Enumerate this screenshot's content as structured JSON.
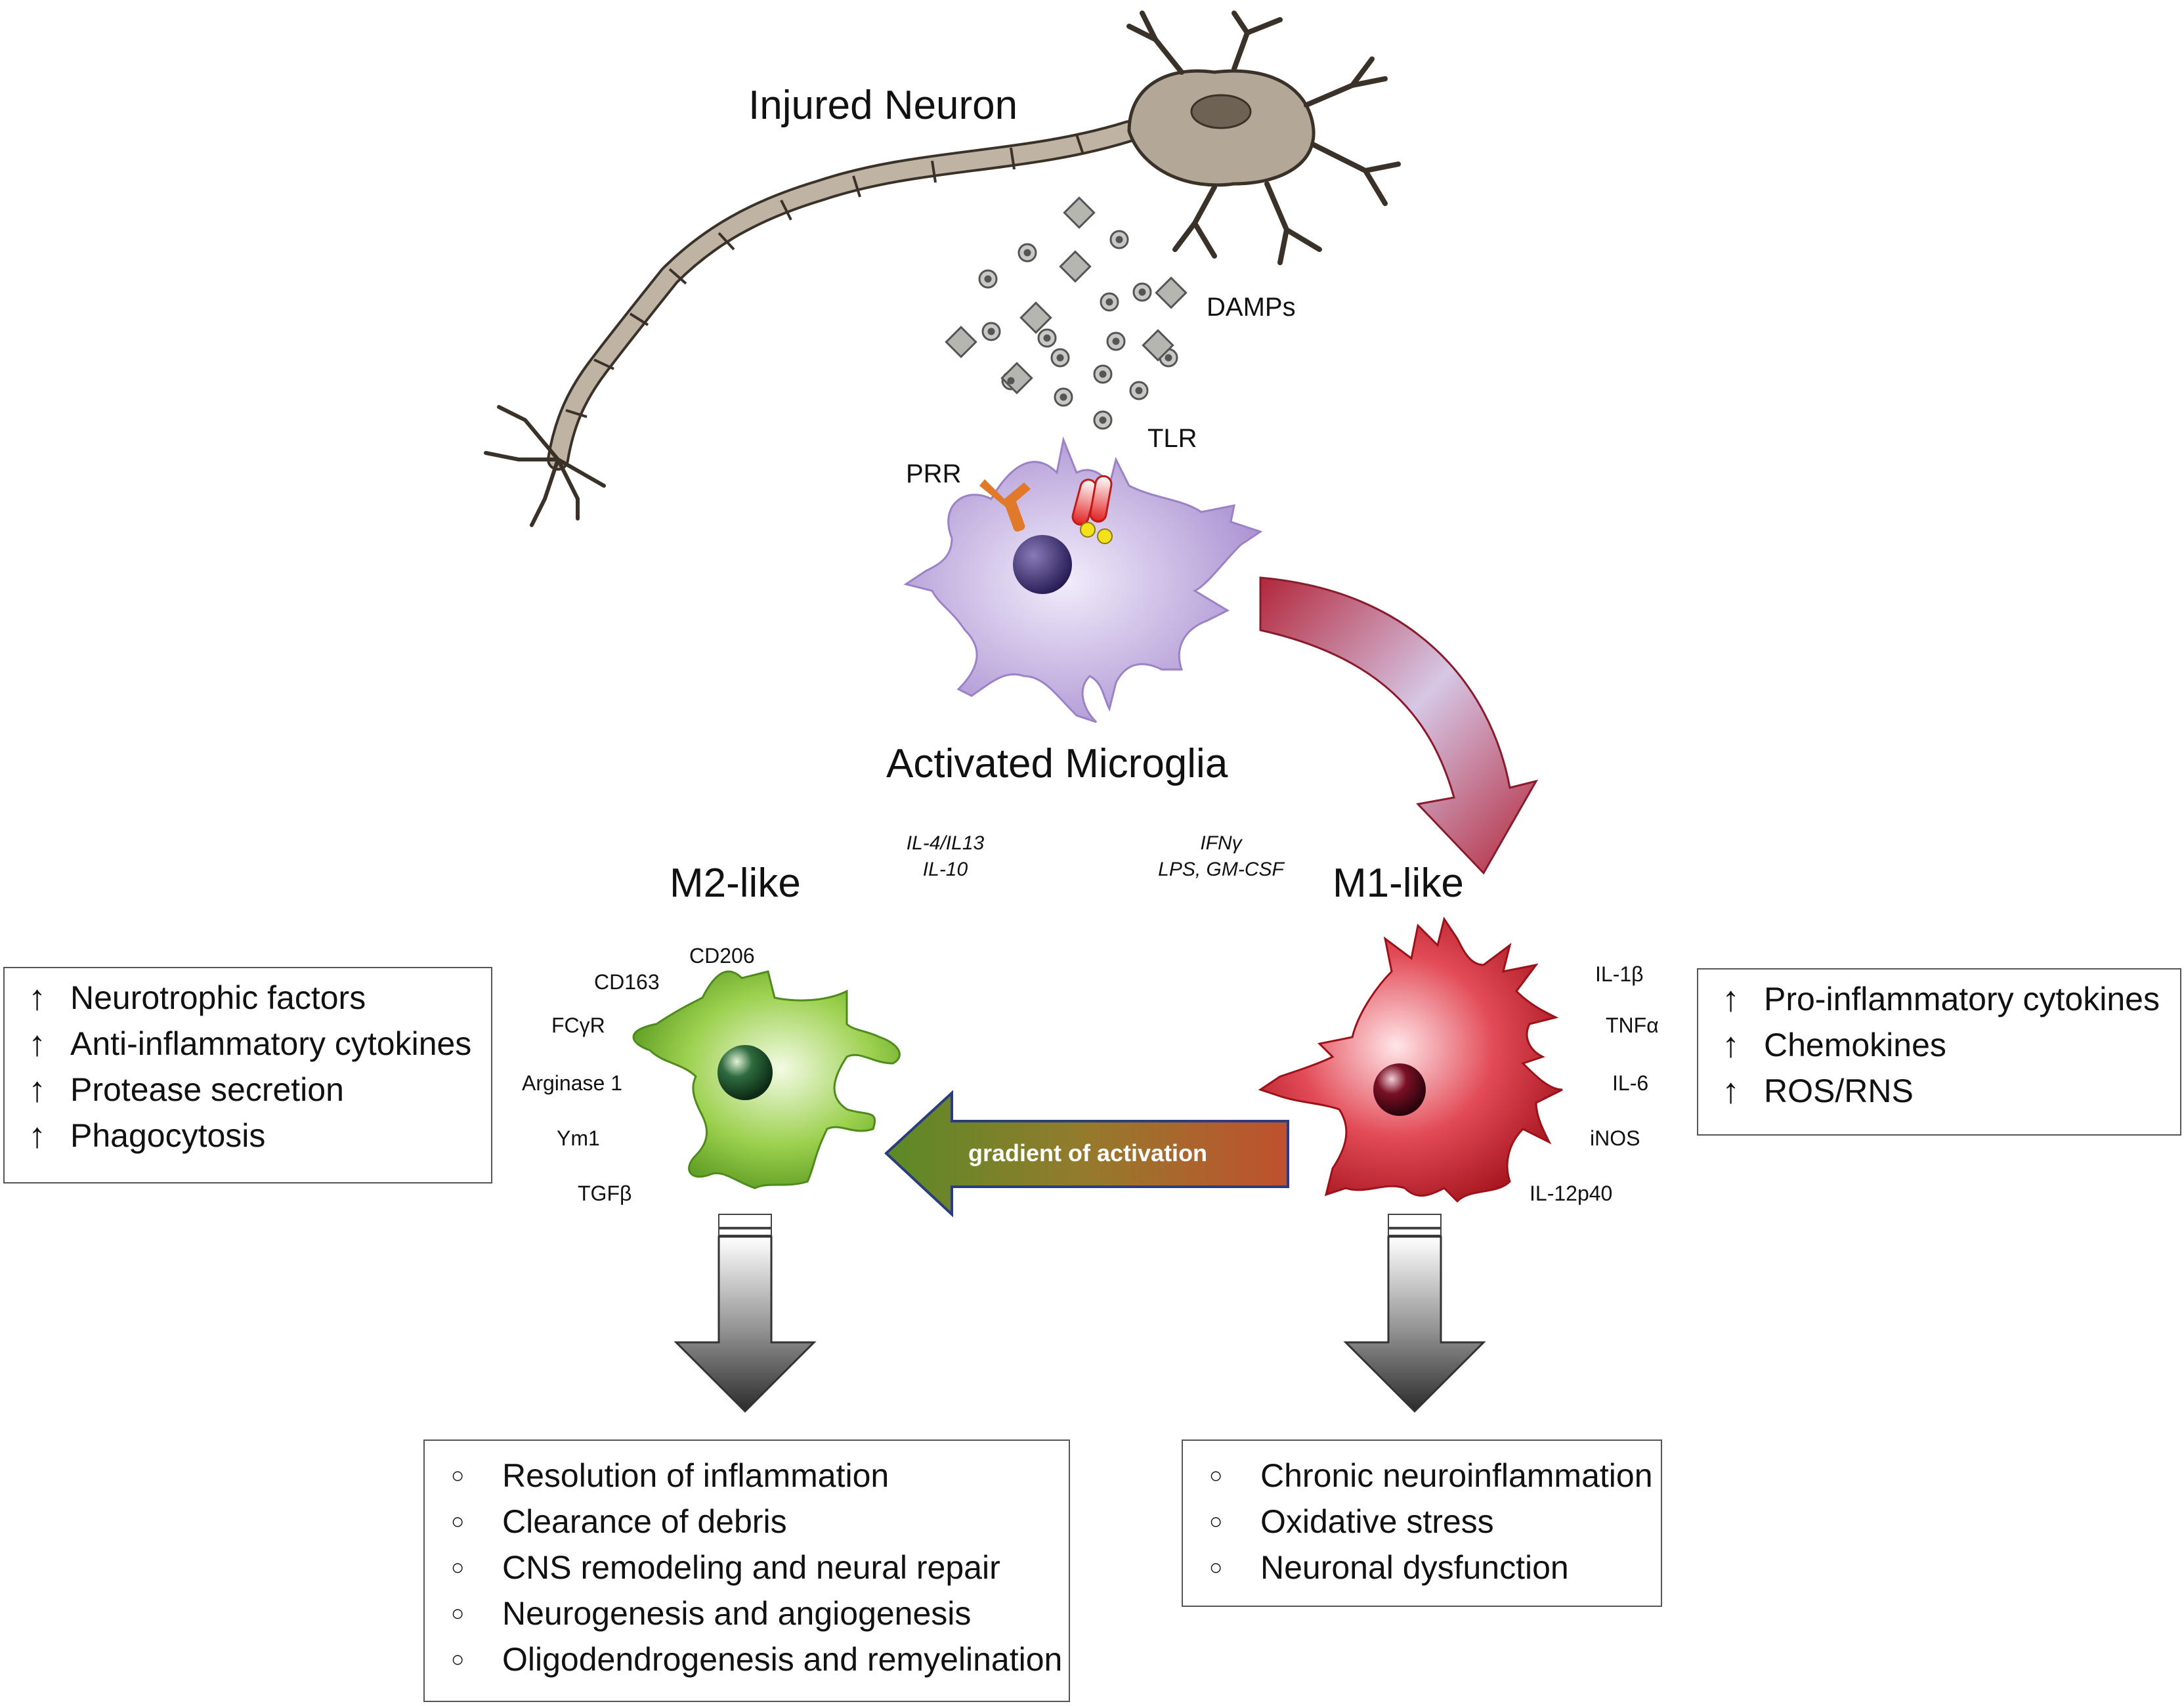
{
  "neuron": {
    "title": "Injured Neuron",
    "damps_label": "DAMPs"
  },
  "microglia": {
    "title": "Activated Microglia",
    "prr_label": "PRR",
    "tlr_label": "TLR"
  },
  "stimuli": {
    "m2": [
      "IL-4/IL13",
      "IL-10"
    ],
    "m1": [
      "IFNγ",
      "LPS, GM-CSF"
    ]
  },
  "m2": {
    "title": "M2-like",
    "markers": [
      "CD206",
      "CD163",
      "FCγR",
      "Arginase 1",
      "Ym1",
      "TGFβ"
    ],
    "effects": [
      "Neurotrophic factors",
      "Anti-inflammatory cytokines",
      "Protease secretion",
      "Phagocytosis"
    ],
    "outcomes": [
      "Resolution of inflammation",
      "Clearance of debris",
      "CNS remodeling and neural repair",
      "Neurogenesis and angiogenesis",
      "Oligodendrogenesis and remyelination"
    ],
    "color": "#5a9e1f"
  },
  "m1": {
    "title": "M1-like",
    "markers": [
      "IL-1β",
      "TNFα",
      "IL-6",
      "iNOS",
      "IL-12p40"
    ],
    "effects": [
      "Pro-inflammatory cytokines",
      "Chemokines",
      "ROS/RNS"
    ],
    "outcomes": [
      "Chronic neuroinflammation",
      "Oxidative stress",
      "Neuronal dysfunction"
    ],
    "color": "#b0191e"
  },
  "gradient": {
    "label": "gradient of activation"
  },
  "icons": {
    "increase": "↑",
    "bullet": "○"
  }
}
